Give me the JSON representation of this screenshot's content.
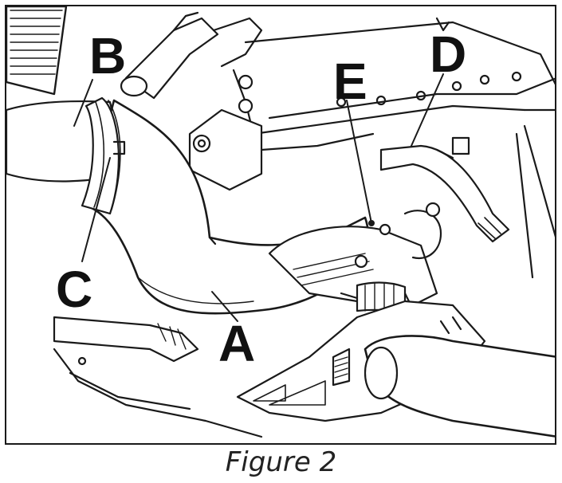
{
  "callouts": {
    "a": "A",
    "b": "B",
    "c": "C",
    "d": "D",
    "e": "E"
  },
  "caption": "Figure 2",
  "colors": {
    "ink": "#1a1a1a",
    "paper": "#ffffff"
  }
}
